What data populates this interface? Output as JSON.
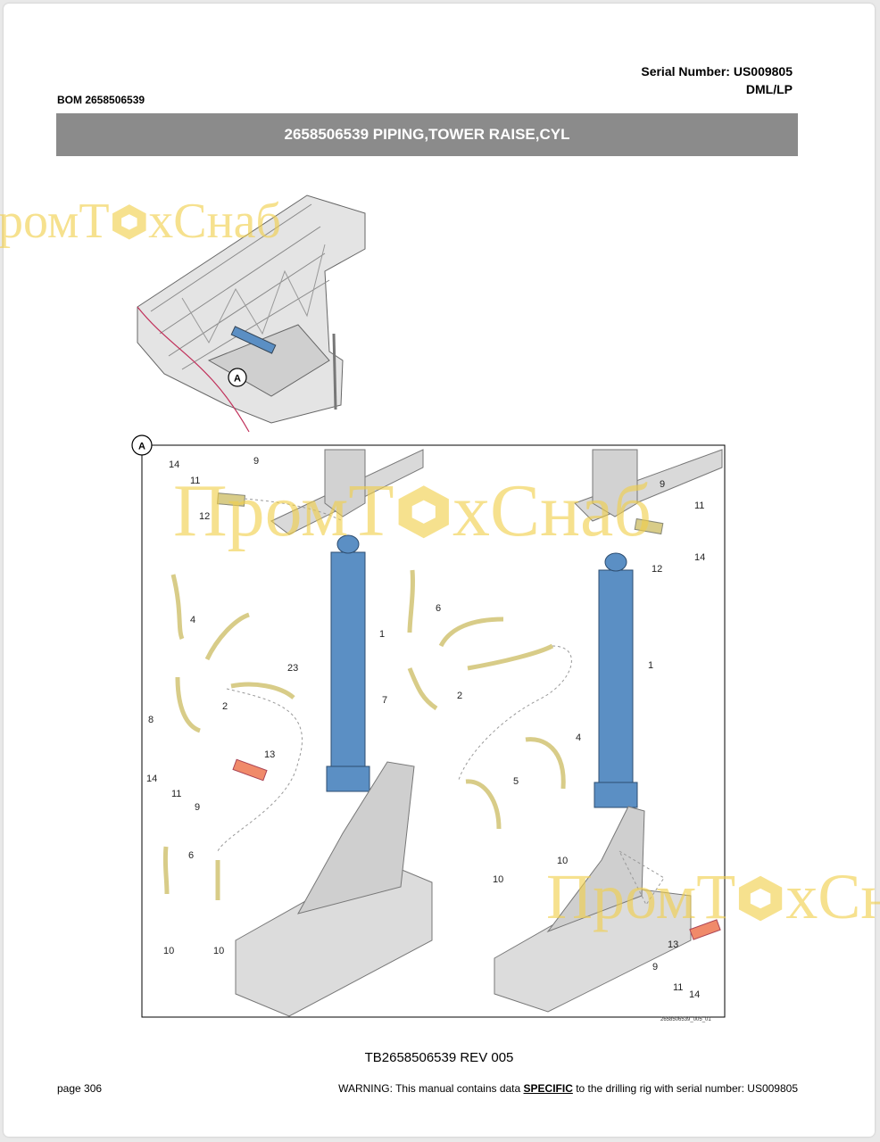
{
  "header": {
    "serial_label": "Serial Number: US009805",
    "model": "DML/LP",
    "bom": "BOM 2658506539"
  },
  "title": "2658506539 PIPING,TOWER RAISE,CYL",
  "figure": {
    "detail_marker": "A",
    "detail_label": "A",
    "drawing_code": "2658506539_005_01",
    "callouts_left": [
      "14",
      "11",
      "9",
      "12",
      "1",
      "4",
      "23",
      "2",
      "8",
      "13",
      "14",
      "11",
      "9",
      "6",
      "10",
      "10"
    ],
    "callouts_middle": [
      "6",
      "7",
      "2",
      "5",
      "4",
      "10",
      "10"
    ],
    "callouts_right": [
      "9",
      "11",
      "14",
      "12",
      "1",
      "13",
      "9",
      "11",
      "14"
    ]
  },
  "watermark": {
    "text_a": "ром",
    "text_b": "Т",
    "text_c": "хСнаб",
    "text_d": "Пром",
    "text_e": "хСнаб",
    "text_f": "Пром",
    "text_g": "хСн"
  },
  "caption": "TB2658506539 REV 005",
  "footer": {
    "page": "page 306",
    "warning_prefix": "WARNING:  This manual contains data ",
    "warning_emph": "SPECIFIC",
    "warning_suffix": " to the drilling rig with serial number: US009805"
  },
  "colors": {
    "title_bar": "#8b8b8b",
    "cylinder": "#5b8fc4",
    "hose": "#d8cc88",
    "pin": "#f08a6a",
    "watermark": "#f1cf4a"
  }
}
